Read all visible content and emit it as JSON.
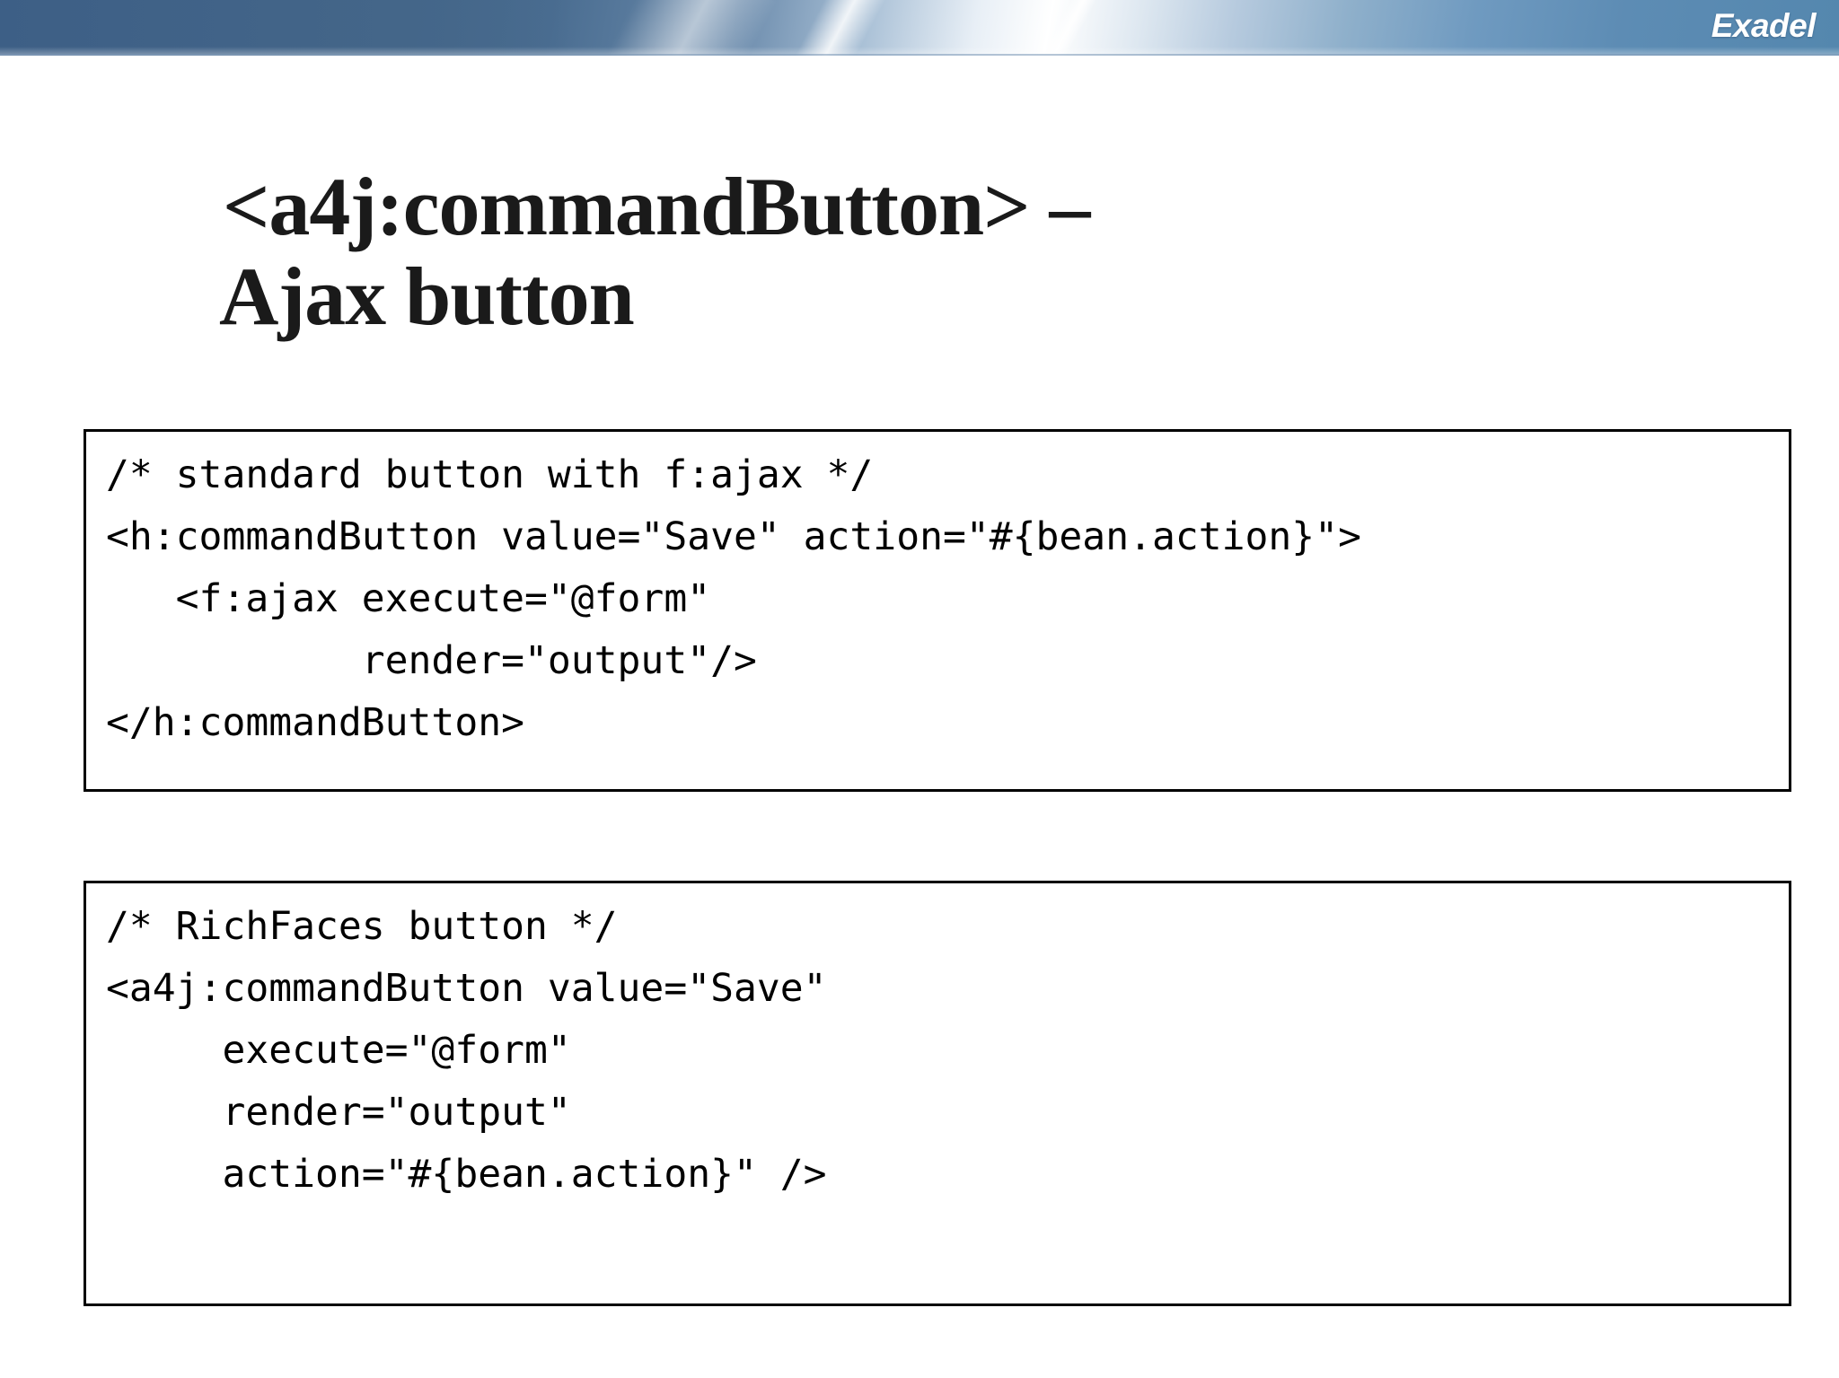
{
  "banner": {
    "logo_text": "Exadel",
    "brand_color": "#44678b",
    "accent_light": "#ffffff",
    "logo_color": "#ffffff"
  },
  "title": {
    "line1": "<a4j:commandButton> –",
    "line2": "Ajax button"
  },
  "code_blocks": [
    {
      "id": "code-box-1",
      "lines": [
        "/* standard button with f:ajax */",
        "<h:commandButton value=\"Save\" action=\"#{bean.action}\">",
        "   <f:ajax execute=\"@form\"",
        "           render=\"output\"/>",
        "</h:commandButton>"
      ]
    },
    {
      "id": "code-box-2",
      "lines": [
        "/* RichFaces button */",
        "<a4j:commandButton value=\"Save\"",
        "     execute=\"@form\"",
        "     render=\"output\"",
        "     action=\"#{bean.action}\" />"
      ]
    }
  ]
}
